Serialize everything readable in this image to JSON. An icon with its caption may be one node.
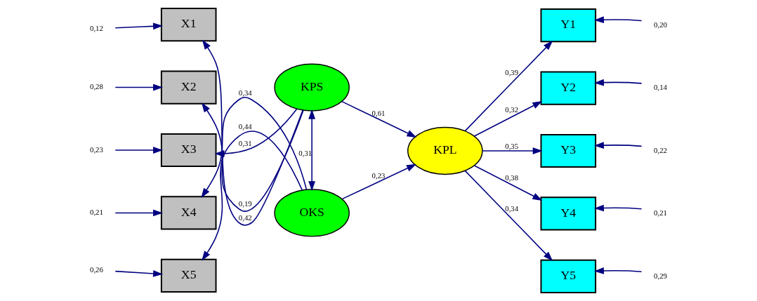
{
  "diagram": {
    "nodes": [
      {
        "text": [
          "X1"
        ]
      },
      {
        "text": [
          "X2"
        ]
      },
      {
        "text": [
          "X3"
        ]
      },
      {
        "text": [
          "X4"
        ]
      },
      {
        "text": [
          "X5"
        ]
      },
      {
        "text": [
          "KPS"
        ]
      },
      {
        "text": [
          "OKS"
        ]
      },
      {
        "text": [
          "KPL"
        ]
      },
      {
        "text": [
          "Y1"
        ]
      },
      {
        "text": [
          "Y2"
        ]
      },
      {
        "text": [
          "Y3"
        ]
      },
      {
        "text": [
          "Y4"
        ]
      },
      {
        "text": [
          "Y5"
        ]
      },
      {
        "text": [
          "0,12"
        ]
      },
      {
        "text": [
          "0,28"
        ]
      },
      {
        "text": [
          "0,23"
        ]
      },
      {
        "text": [
          "0,21"
        ]
      },
      {
        "text": [
          "0,26"
        ]
      },
      {
        "text": [
          "0,20"
        ]
      },
      {
        "text": [
          "0,14"
        ]
      },
      {
        "text": [
          "0,22"
        ]
      },
      {
        "text": [
          "0,21"
        ]
      },
      {
        "text": [
          "0,29"
        ]
      }
    ],
    "edges": [
      {
        "from": 13,
        "to": 0,
        "arrow": "to"
      },
      {
        "from": 14,
        "to": 1,
        "arrow": "to"
      },
      {
        "from": 15,
        "to": 2,
        "arrow": "to"
      },
      {
        "from": 16,
        "to": 3,
        "arrow": "to"
      },
      {
        "from": 17,
        "to": 4,
        "arrow": "to"
      },
      {
        "from": 5,
        "to": 0,
        "arrow": "to",
        "label": "0,42"
      },
      {
        "from": 5,
        "to": 1,
        "arrow": "to",
        "label": "0,19"
      },
      {
        "from": 5,
        "to": 2,
        "arrow": "to",
        "label": "0,31"
      },
      {
        "from": 6,
        "to": 3,
        "arrow": "to",
        "label": "0,34"
      },
      {
        "from": 6,
        "to": 4,
        "arrow": "to",
        "label": "0,44"
      },
      {
        "from": 5,
        "to": 6,
        "arrow": "both",
        "label": "0,31"
      },
      {
        "from": 5,
        "to": 7,
        "arrow": "to",
        "label": "0,61"
      },
      {
        "from": 6,
        "to": 7,
        "arrow": "to",
        "label": "0,23"
      },
      {
        "from": 7,
        "to": 8,
        "arrow": "to",
        "label": "0,39"
      },
      {
        "from": 7,
        "to": 9,
        "arrow": "to",
        "label": "0,32"
      },
      {
        "from": 7,
        "to": 10,
        "arrow": "to",
        "label": "0,35"
      },
      {
        "from": 7,
        "to": 11,
        "arrow": "to",
        "label": "0,38"
      },
      {
        "from": 7,
        "to": 12,
        "arrow": "to",
        "label": "0,34"
      },
      {
        "from": 18,
        "to": 8,
        "arrow": "to"
      },
      {
        "from": 19,
        "to": 9,
        "arrow": "to"
      },
      {
        "from": 20,
        "to": 10,
        "arrow": "to"
      },
      {
        "from": 21,
        "to": 11,
        "arrow": "to"
      },
      {
        "from": 22,
        "to": 12,
        "arrow": "to"
      }
    ]
  }
}
